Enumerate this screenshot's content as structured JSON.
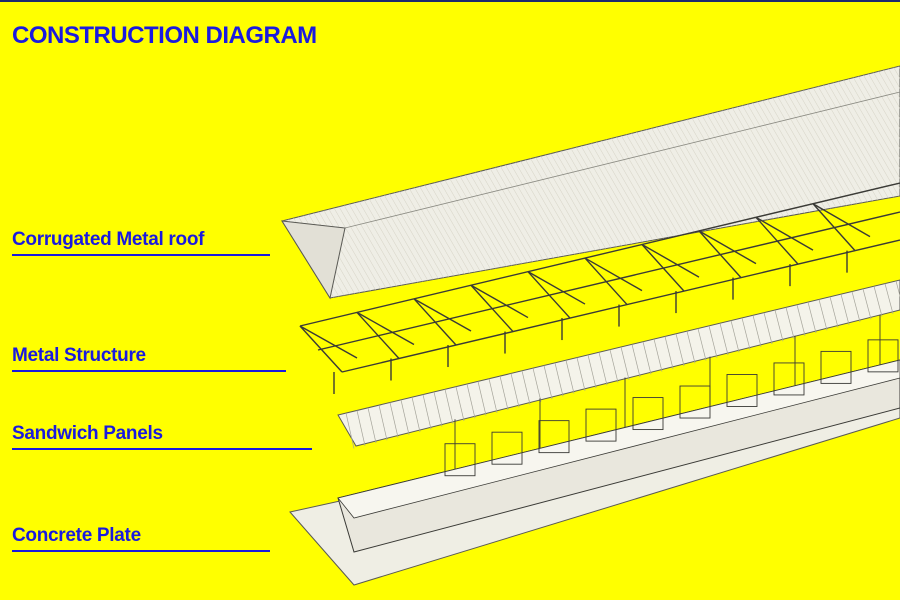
{
  "page": {
    "title": "CONSTRUCTION DIAGRAM",
    "background": "#ffff00",
    "accent": "#1a1adf"
  },
  "layers": [
    {
      "key": "roof",
      "label": "Corrugated Metal roof"
    },
    {
      "key": "structure",
      "label": "Metal Structure"
    },
    {
      "key": "panels",
      "label": "Sandwich Panels"
    },
    {
      "key": "plate",
      "label": "Concrete Plate"
    }
  ]
}
